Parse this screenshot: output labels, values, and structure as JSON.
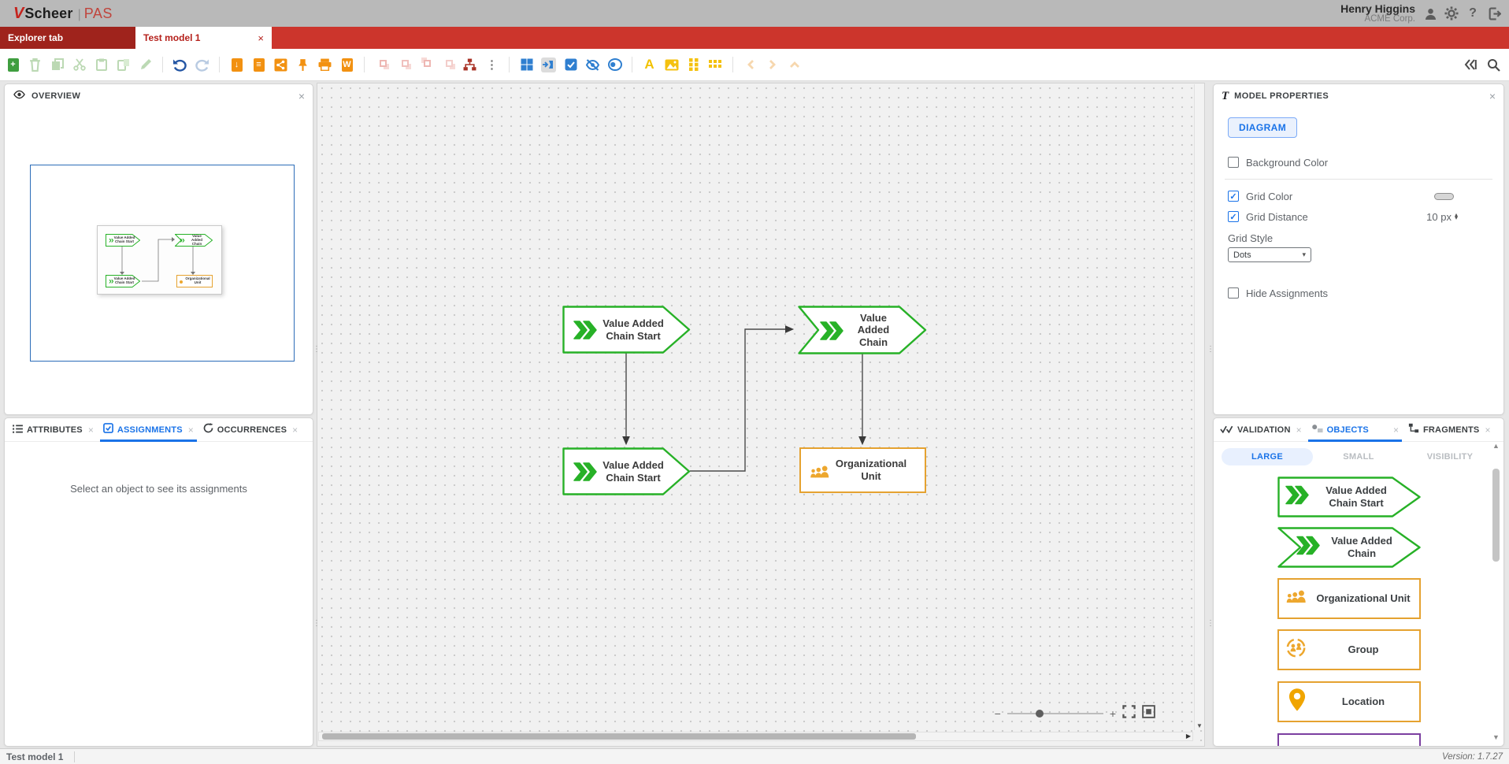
{
  "app": {
    "logo_mark": "V",
    "logo_primary": "Scheer",
    "logo_divider": "|",
    "logo_secondary": "PAS",
    "user_name": "Henry Higgins",
    "user_org": "ACME Corp.",
    "help_glyph": "?"
  },
  "tabbar": {
    "explorer_tab": "Explorer tab",
    "model_tab": "Test model 1",
    "close_glyph": "×"
  },
  "toolbar": {
    "icons": [
      "new-model",
      "delete",
      "copy",
      "cut",
      "paste",
      "paste-special",
      "edit",
      "undo",
      "redo",
      "export-model",
      "report",
      "share-model",
      "pin-model",
      "print-model",
      "export-word",
      "group",
      "merge",
      "extract",
      "ungroup",
      "hierarchy",
      "more-options",
      "align-grid",
      "pin-horizontal",
      "multi-select",
      "hide-elements",
      "toggle-connections",
      "font-color",
      "insert-image",
      "layout-vertical",
      "layout-horizontal",
      "nav-back",
      "nav-forward",
      "nav-up",
      "collapse-toolbar",
      "search"
    ],
    "word_badge": "W",
    "font_badge": "A",
    "plus_badge": "+",
    "kebab_glyph": "⋮",
    "check_glyph": "✓"
  },
  "overview": {
    "title": "OVERVIEW",
    "close_glyph": "×"
  },
  "assignments_panel": {
    "tabs": [
      {
        "label": "ATTRIBUTES"
      },
      {
        "label": "ASSIGNMENTS"
      },
      {
        "label": "OCCURRENCES"
      }
    ],
    "close_glyph": "×",
    "empty_message": "Select an object to see its assignments"
  },
  "model_properties": {
    "type_icon": "T",
    "title": "MODEL PROPERTIES",
    "close_glyph": "×",
    "diagram_button": "DIAGRAM",
    "background_color_label": "Background Color",
    "grid_color_label": "Grid Color",
    "grid_distance_label": "Grid Distance",
    "grid_distance_value": "10 px",
    "grid_style_label": "Grid Style",
    "grid_style_value": "Dots",
    "hide_assignments_label": "Hide Assignments",
    "check_glyph": "✓",
    "select_caret": "▾",
    "spinner_up": "▴",
    "spinner_down": "▾"
  },
  "objects_panel": {
    "tabs": [
      {
        "label": "VALIDATION"
      },
      {
        "label": "OBJECTS"
      },
      {
        "label": "FRAGMENTS"
      }
    ],
    "close_glyph": "×",
    "size_buttons": [
      {
        "label": "LARGE"
      },
      {
        "label": "SMALL"
      },
      {
        "label": "VISIBILITY"
      }
    ],
    "items": [
      {
        "label": "Value Added Chain Start"
      },
      {
        "label": "Value Added Chain"
      },
      {
        "label": "Organizational Unit"
      },
      {
        "label": "Group"
      },
      {
        "label": "Location"
      }
    ],
    "scroll_up_glyph": "▲",
    "scroll_down_glyph": "▼"
  },
  "canvas": {
    "nodes": [
      {
        "label": "Value Added Chain Start"
      },
      {
        "label": "Value Added Chain"
      },
      {
        "label": "Value Added Chain Start"
      },
      {
        "label": "Organizational Unit"
      }
    ],
    "zoom_minus": "−",
    "zoom_plus": "+",
    "scroll_right_glyph": "▶",
    "scroll_down_glyph": "▼"
  },
  "statusbar": {
    "model_name": "Test model 1",
    "version_label": "Version:",
    "version_value": "1.7.27"
  },
  "colors": {
    "accent_blue": "#1a73e8",
    "brand_red": "#cc352c",
    "green": "#27b127",
    "orange": "#e5a230",
    "purple": "#7b3fa0"
  }
}
